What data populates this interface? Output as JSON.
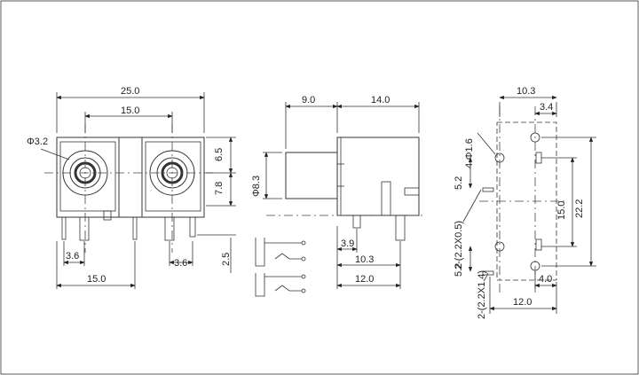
{
  "front": {
    "dims": {
      "overall_width": "25.0",
      "jack_spacing_top": "15.0",
      "hole_dia": "Φ3.2",
      "height_upper": "6.5",
      "height_lower": "7.8",
      "pin_offset_left": "3.6",
      "pin_offset_right": "3.6",
      "pin_spacing_bottom": "15.0",
      "pin_length": "2.5"
    }
  },
  "side": {
    "dims": {
      "front_depth": "9.0",
      "body_depth": "14.0",
      "barrel_dia": "Φ8.3",
      "pin_a": "3.9",
      "pin_b": "10.3",
      "overall_depth": "12.0"
    }
  },
  "pcb": {
    "dims": {
      "top_width": "10.3",
      "top_offset": "3.4",
      "mount_holes": "4-Φ1.6",
      "hole_gap": "5.2",
      "hole_spacing": "15.0",
      "overall_height": "22.2",
      "slot_a": "2-(2.2X0.5)",
      "gap_b": "5.2",
      "slot_b": "2-(2.2X1.4)",
      "bottom_offset": "4.0",
      "bottom_width": "12.0"
    }
  }
}
